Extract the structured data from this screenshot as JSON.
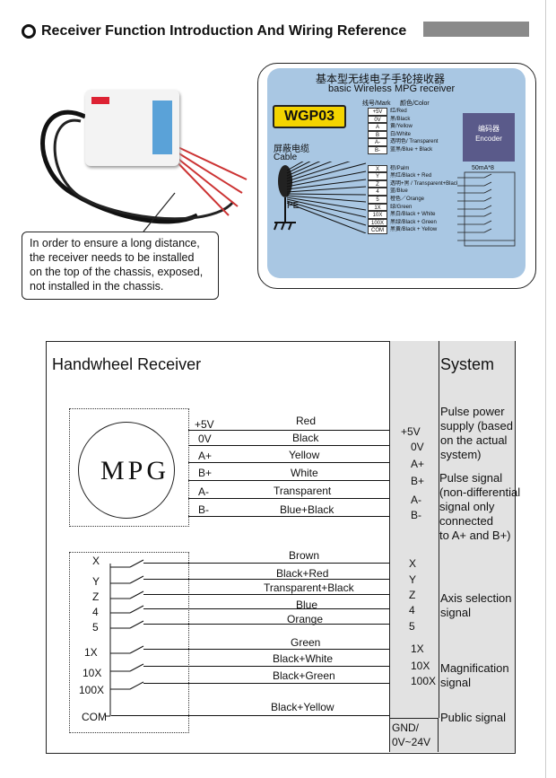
{
  "header": {
    "title": "Receiver Function Introduction And Wiring Reference"
  },
  "callout": {
    "lines": [
      "In order to ensure a long distance,",
      "the receiver needs to be installed",
      "on the top of the chassis, exposed,",
      "not installed in the chassis."
    ]
  },
  "receiver_panel": {
    "title_cn": "基本型无线电子手轮接收器",
    "title_en": "basic Wireless MPG receiver",
    "model": "WGP03",
    "mark_header": "线号/Mark",
    "color_header": "颜色/Color",
    "cable_cn": "屏蔽电缆",
    "cable_en": "Cable",
    "pe": "PE",
    "encoder_cn": "编码器",
    "encoder_en": "Encoder",
    "switch_note": "50mA*8",
    "terminals": [
      {
        "mark": "+5V",
        "color": "红/Red"
      },
      {
        "mark": "0V",
        "color": "黑/Black"
      },
      {
        "mark": "A",
        "color": "黄/Yellow"
      },
      {
        "mark": "B",
        "color": "白/White"
      },
      {
        "mark": "A-",
        "color": "透明色/ Transparent"
      },
      {
        "mark": "B-",
        "color": "蓝黑/Blue + Black"
      },
      {
        "mark": "X",
        "color": "棕/Palm"
      },
      {
        "mark": "Y",
        "color": "黑红/Black + Red"
      },
      {
        "mark": "Z",
        "color": "透明+黑 / Transparent+Black"
      },
      {
        "mark": "4",
        "color": "蓝/Blue"
      },
      {
        "mark": "5",
        "color": "橙色／Orange"
      },
      {
        "mark": "1X",
        "color": "绿/Green"
      },
      {
        "mark": "10X",
        "color": "黑白/Black + White"
      },
      {
        "mark": "100X",
        "color": "黑绿/Black + Green"
      },
      {
        "mark": "COM",
        "color": "黑黄/Black + Yellow"
      }
    ]
  },
  "diagram": {
    "left_title": "Handwheel Receiver",
    "right_title": "System",
    "mpg_label": "MPG",
    "encoder_pins": [
      "+5V",
      "0V",
      "A+",
      "B+",
      "A-",
      "B-"
    ],
    "switch_pins": [
      "X",
      "Y",
      "Z",
      "4",
      "5",
      "1X",
      "10X",
      "100X",
      "COM"
    ],
    "wires": [
      "Red",
      "Black",
      "Yellow",
      "White",
      "Transparent",
      "Blue+Black",
      "Brown",
      "Black+Red",
      "Transparent+Black",
      "Blue",
      "Orange",
      "Green",
      "Black+White",
      "Black+Green",
      "Black+Yellow"
    ],
    "system_pins_top": [
      "+5V",
      "0V",
      "A+",
      "B+",
      "A-",
      "B-"
    ],
    "system_pins_axis": [
      "X",
      "Y",
      "Z",
      "4",
      "5"
    ],
    "system_pins_mag": [
      "1X",
      "10X",
      "100X"
    ],
    "gnd_label": [
      "GND/",
      "0V~24V"
    ],
    "notes": {
      "pulse_power": [
        "Pulse power",
        "supply (based",
        "on the actual",
        "system)"
      ],
      "pulse_signal": [
        "Pulse signal",
        "(non-differential",
        "signal only",
        "connected",
        "to A+ and B+)"
      ],
      "axis": [
        "Axis selection",
        "signal"
      ],
      "mag": [
        "Magnification",
        "signal"
      ],
      "public": "Public signal"
    }
  }
}
